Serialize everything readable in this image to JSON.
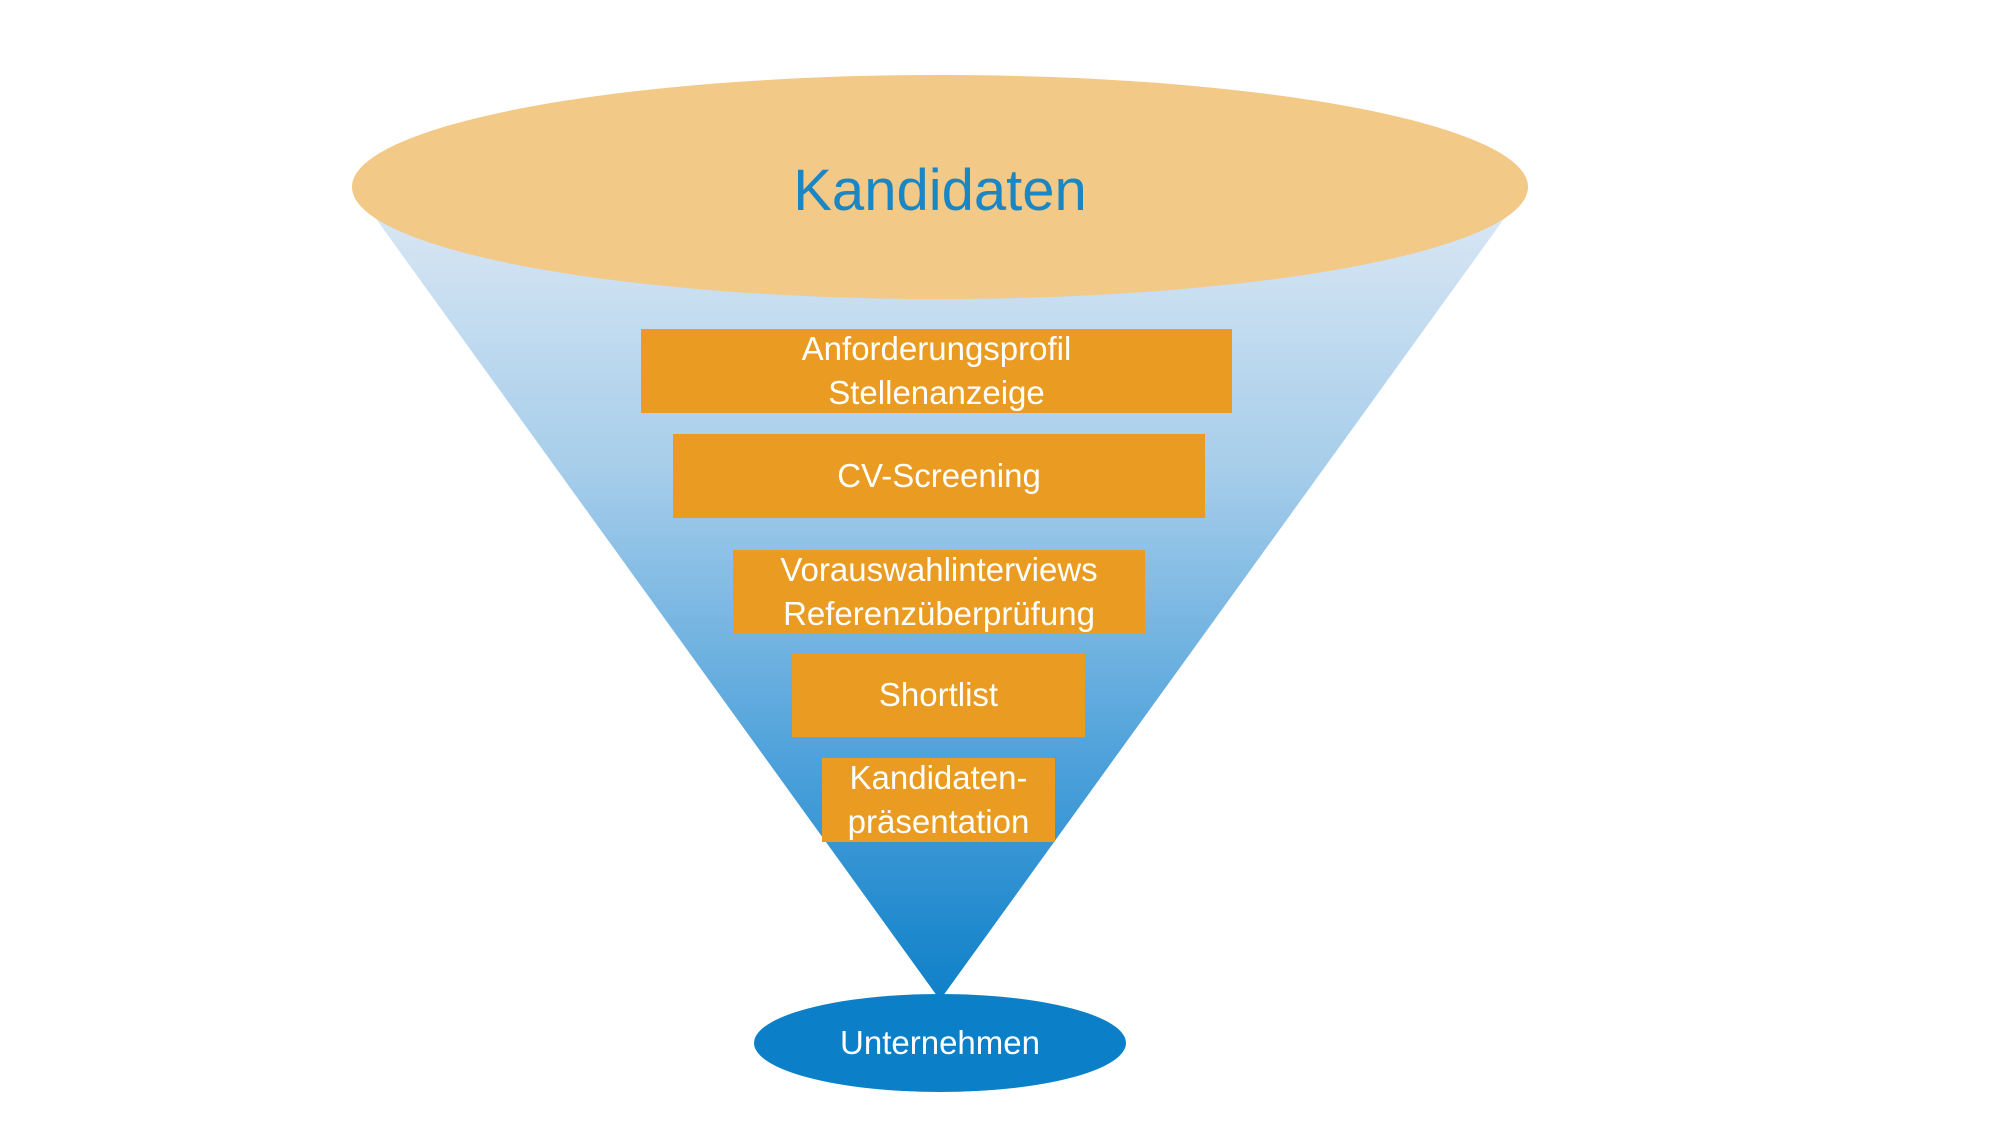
{
  "diagram": {
    "top": "Kandidaten",
    "stages": [
      [
        "Anforderungsprofil",
        "Stellenanzeige"
      ],
      [
        "CV-Screening"
      ],
      [
        "Vorauswahlinterviews",
        "Referenzüberprüfung"
      ],
      [
        "Shortlist"
      ],
      [
        "Kandidaten-",
        "präsentation"
      ]
    ],
    "bottom": "Unternehmen"
  },
  "colors": {
    "top_ellipse": "#f2c986",
    "top_text": "#1a86c4",
    "stage_fill": "#e99b22",
    "stage_text": "#ffffff",
    "funnel_top": "#dde9f5",
    "funnel_bottom": "#0e80c8",
    "bottom_ellipse": "#0b80c8"
  }
}
